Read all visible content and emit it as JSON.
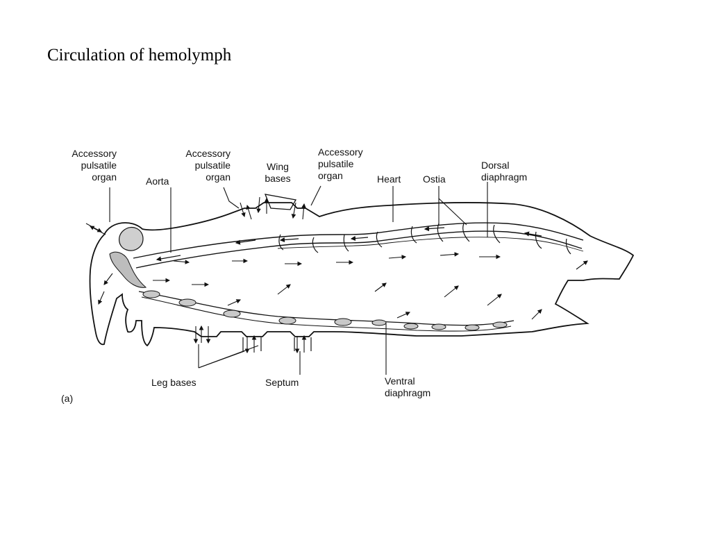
{
  "slide": {
    "title": "Circulation of hemolymph"
  },
  "diagram": {
    "panel_label": "(a)",
    "labels": {
      "accessory_organ_head": [
        "Accessory",
        "pulsatile",
        "organ"
      ],
      "aorta": "Aorta",
      "accessory_organ_thorax": [
        "Accessory",
        "pulsatile",
        "organ"
      ],
      "wing_bases": [
        "Wing",
        "bases"
      ],
      "accessory_organ_abdomen": [
        "Accessory",
        "pulsatile",
        "organ"
      ],
      "heart": "Heart",
      "ostia": "Ostia",
      "dorsal_diaphragm": [
        "Dorsal",
        "diaphragm"
      ],
      "leg_bases": "Leg bases",
      "septum": "Septum",
      "ventral_diaphragm": [
        "Ventral",
        "diaphragm"
      ]
    }
  }
}
